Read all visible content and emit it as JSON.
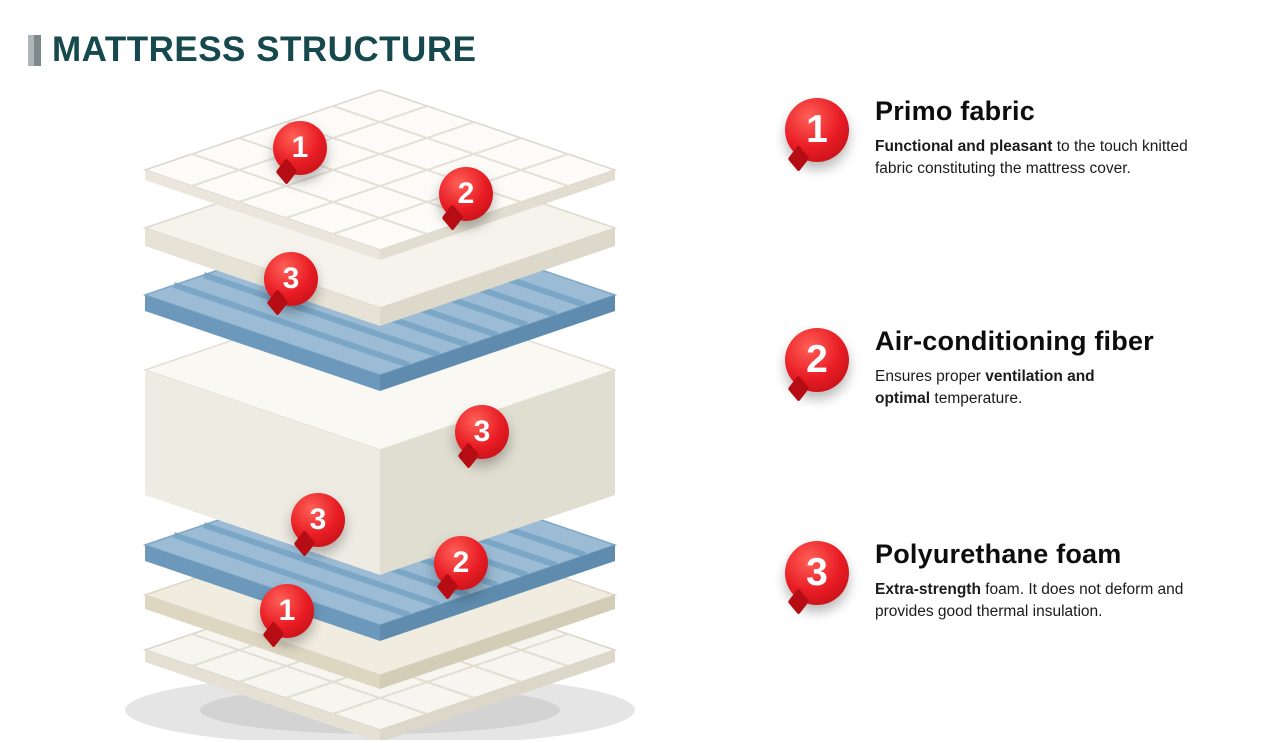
{
  "title": {
    "text": "MATTRESS STRUCTURE"
  },
  "colors": {
    "title-teal": "#15494d",
    "badge-red": "#e81c24",
    "badge-red-dark": "#b50d13",
    "foam-blue": "#9cbcd5",
    "foam-blue-side": "#6c99bb"
  },
  "diagram": {
    "markers": [
      {
        "number": "1"
      },
      {
        "number": "2"
      },
      {
        "number": "3"
      },
      {
        "number": "3"
      },
      {
        "number": "3"
      },
      {
        "number": "2"
      },
      {
        "number": "1"
      }
    ]
  },
  "legend": [
    {
      "number": "1",
      "title": "Primo fabric",
      "desc_before": "",
      "desc_bold": "Functional and pleasant",
      "desc_after": " to the touch knitted fabric constituting the mattress cover."
    },
    {
      "number": "2",
      "title": "Air-conditioning fiber",
      "desc_before": "Ensures proper ",
      "desc_bold": "ventilation and optimal",
      "desc_after": " temperature."
    },
    {
      "number": "3",
      "title": "Polyurethane foam",
      "desc_before": "",
      "desc_bold": "Extra-strength",
      "desc_after": " foam. It does not deform and provides good thermal insulation."
    }
  ]
}
